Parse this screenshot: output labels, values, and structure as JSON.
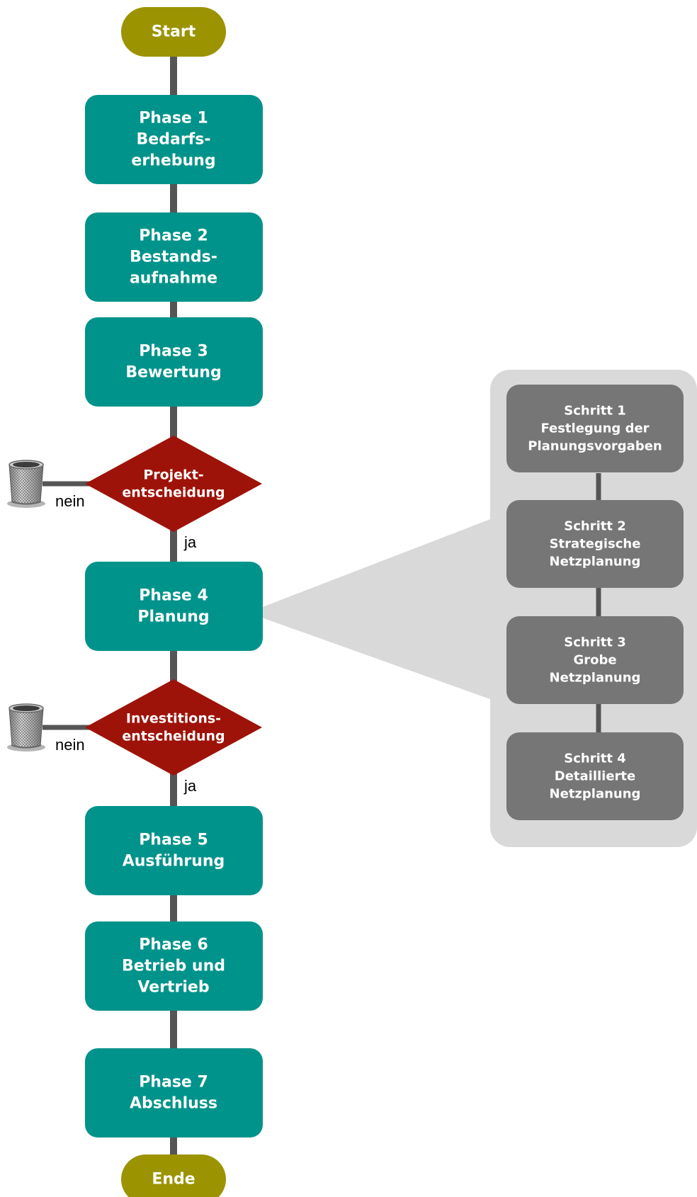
{
  "colors": {
    "terminal": "#9b9300",
    "phase": "#00938b",
    "decision": "#9e1309",
    "step": "#767676",
    "panel": "#d9d9d9",
    "connector": "#555555"
  },
  "icons": {
    "discard": "trash-can-icon"
  },
  "start": {
    "label": "Start"
  },
  "end": {
    "label": "Ende"
  },
  "phases": [
    {
      "lines": [
        "Phase 1",
        "Bedarfs-",
        "erhebung"
      ]
    },
    {
      "lines": [
        "Phase 2",
        "Bestands-",
        "aufnahme"
      ]
    },
    {
      "lines": [
        "Phase 3",
        "Bewertung"
      ]
    },
    {
      "lines": [
        "Phase 4",
        "Planung"
      ]
    },
    {
      "lines": [
        "Phase 5",
        "Ausführung"
      ]
    },
    {
      "lines": [
        "Phase 6",
        "Betrieb und",
        "Vertrieb"
      ]
    },
    {
      "lines": [
        "Phase 7",
        "Abschluss"
      ]
    }
  ],
  "decisions": [
    {
      "lines": [
        "Projekt-",
        "entscheidung"
      ],
      "no_label": "nein",
      "yes_label": "ja"
    },
    {
      "lines": [
        "Investitions-",
        "entscheidung"
      ],
      "no_label": "nein",
      "yes_label": "ja"
    }
  ],
  "steps": [
    {
      "lines": [
        "Schritt 1",
        "Festlegung der",
        "Planungsvorgaben"
      ]
    },
    {
      "lines": [
        "Schritt 2",
        "Strategische",
        "Netzplanung"
      ]
    },
    {
      "lines": [
        "Schritt 3",
        "Grobe",
        "Netzplanung"
      ]
    },
    {
      "lines": [
        "Schritt 4",
        "Detaillierte",
        "Netzplanung"
      ]
    }
  ]
}
